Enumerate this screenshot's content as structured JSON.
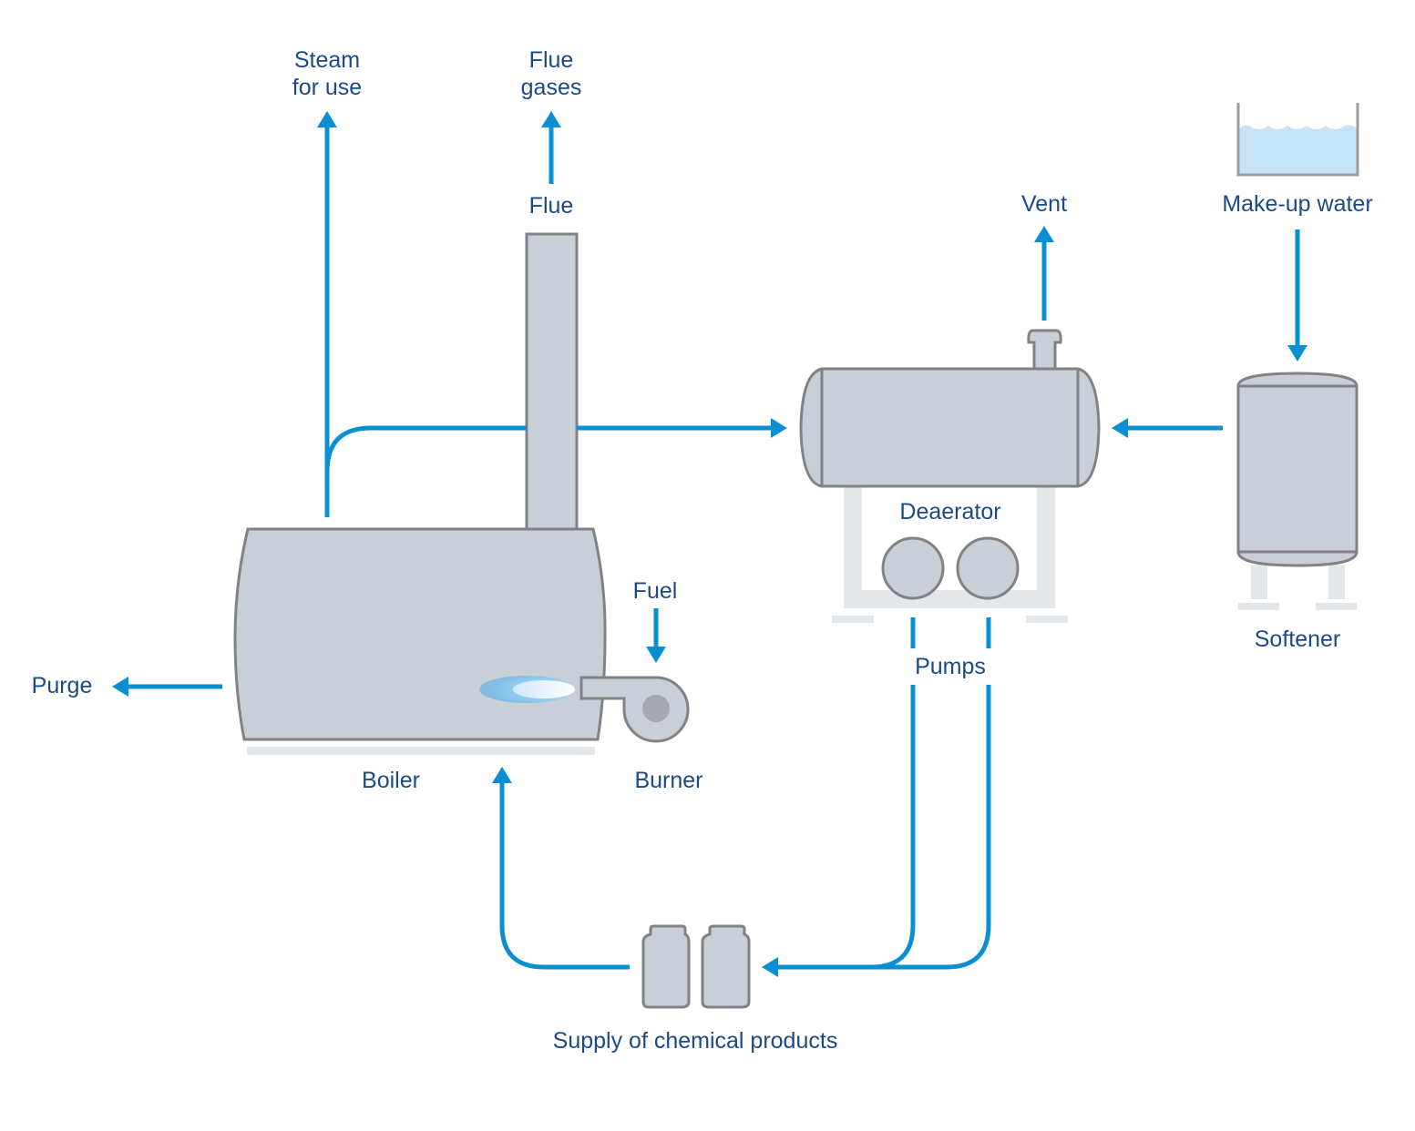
{
  "diagram": {
    "title": "Boiler water treatment process",
    "colors": {
      "flow": "#0a8fd2",
      "label": "#1a4b86",
      "equipment_fill": "#c8cfd6",
      "equipment_stroke": "#808285",
      "support": "#e4e7ea",
      "water": "#c6e2f7"
    },
    "labels": {
      "steam_line1": "Steam",
      "steam_line2": "for use",
      "flue_gases_line1": "Flue",
      "flue_gases_line2": "gases",
      "flue": "Flue",
      "vent": "Vent",
      "makeup_water": "Make-up water",
      "deaerator": "Deaerator",
      "softener": "Softener",
      "fuel": "Fuel",
      "pumps": "Pumps",
      "purge": "Purge",
      "boiler": "Boiler",
      "burner": "Burner",
      "chemicals": "Supply of chemical products"
    },
    "nodes": [
      {
        "id": "boiler",
        "label": "Boiler"
      },
      {
        "id": "burner",
        "label": "Burner"
      },
      {
        "id": "flue",
        "label": "Flue"
      },
      {
        "id": "deaerator",
        "label": "Deaerator"
      },
      {
        "id": "pumps",
        "label": "Pumps"
      },
      {
        "id": "softener",
        "label": "Softener"
      },
      {
        "id": "makeup-water",
        "label": "Make-up water"
      },
      {
        "id": "chemicals",
        "label": "Supply of chemical products"
      }
    ],
    "edges": [
      {
        "from": "boiler",
        "to": "Steam for use"
      },
      {
        "from": "boiler",
        "to": "deaerator"
      },
      {
        "from": "flue",
        "to": "Flue gases"
      },
      {
        "from": "deaerator",
        "to": "Vent"
      },
      {
        "from": "makeup-water",
        "to": "softener"
      },
      {
        "from": "softener",
        "to": "deaerator"
      },
      {
        "from": "Fuel",
        "to": "burner"
      },
      {
        "from": "boiler",
        "to": "Purge"
      },
      {
        "from": "pumps",
        "to": "chemicals"
      },
      {
        "from": "chemicals",
        "to": "boiler"
      }
    ]
  }
}
